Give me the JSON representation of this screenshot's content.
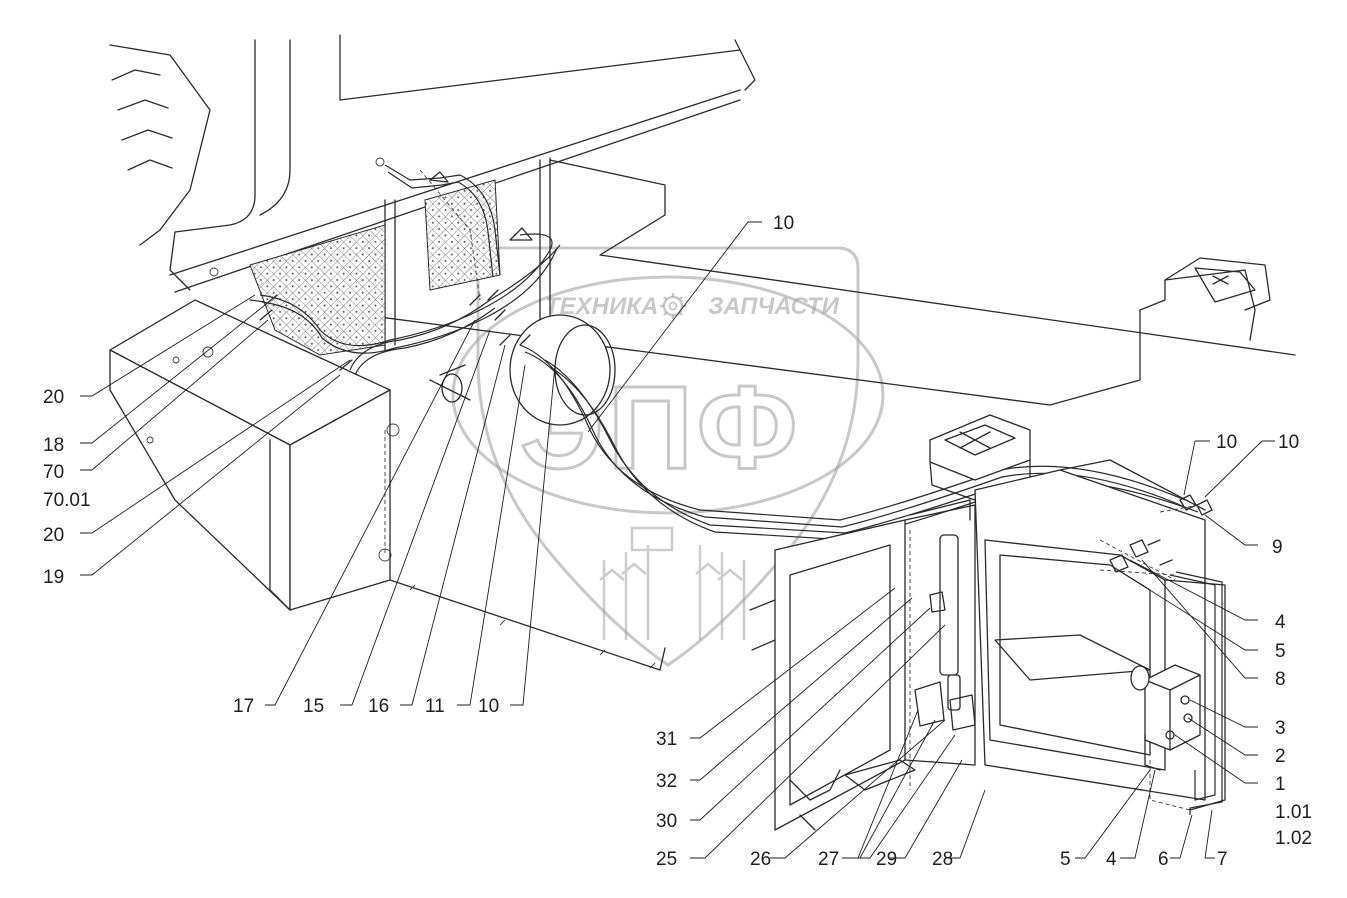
{
  "watermark": {
    "top_text_left": "ТЕХНИКА",
    "top_text_right": "ЗАПЧАСТИ",
    "logo_letters": "ЭПФ",
    "gear_icon": "gear-icon"
  },
  "callouts": {
    "c10_top": "10",
    "c10_r1": "10",
    "c10_r2": "10",
    "c9": "9",
    "c4_r": "4",
    "c5_r": "5",
    "c8": "8",
    "c3": "3",
    "c2": "2",
    "c1": "1",
    "c1_01": "1.01",
    "c1_02": "1.02",
    "c7": "7",
    "c6": "6",
    "c4_b": "4",
    "c5_b": "5",
    "c28": "28",
    "c29": "29",
    "c27": "27",
    "c26": "26",
    "c25": "25",
    "c30": "30",
    "c32": "32",
    "c31": "31",
    "c10_b": "10",
    "c11": "11",
    "c16": "16",
    "c15": "15",
    "c17": "17",
    "c19": "19",
    "c20_b": "20",
    "c70_01": "70.01",
    "c70": "70",
    "c18": "18",
    "c20_t": "20"
  }
}
